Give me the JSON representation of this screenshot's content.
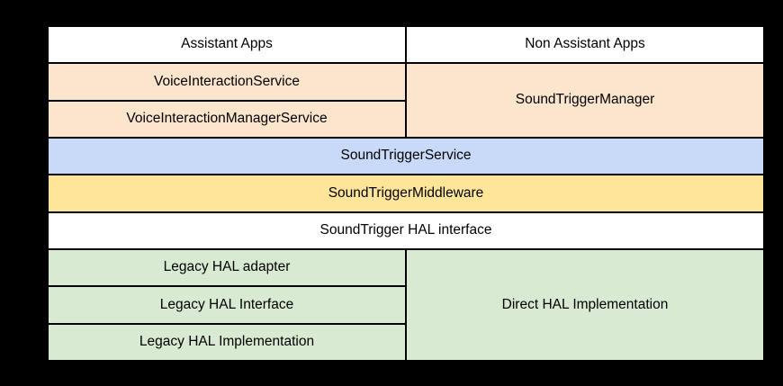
{
  "diagram": {
    "cells": {
      "assistant_apps": "Assistant Apps",
      "non_assistant_apps": "Non Assistant Apps",
      "voice_interaction_service": "VoiceInteractionService",
      "voice_interaction_manager_service": "VoiceInteractionManagerService",
      "sound_trigger_manager": "SoundTriggerManager",
      "sound_trigger_service": "SoundTriggerService",
      "sound_trigger_middleware": "SoundTriggerMiddleware",
      "sound_trigger_hal_interface": "SoundTrigger HAL interface",
      "legacy_hal_adapter": "Legacy HAL adapter",
      "legacy_hal_interface": "Legacy HAL Interface",
      "legacy_hal_implementation": "Legacy HAL Implementation",
      "direct_hal_implementation": "Direct HAL Implementation"
    },
    "colors": {
      "background": "#000000",
      "border": "#000000",
      "text": "#000000",
      "apps_white": "#ffffff",
      "framework_orange": "#fce5cd",
      "service_blue": "#c9daf8",
      "middleware_yellow": "#ffe599",
      "hal_interface_white": "#ffffff",
      "hal_green": "#d9ead3"
    }
  }
}
